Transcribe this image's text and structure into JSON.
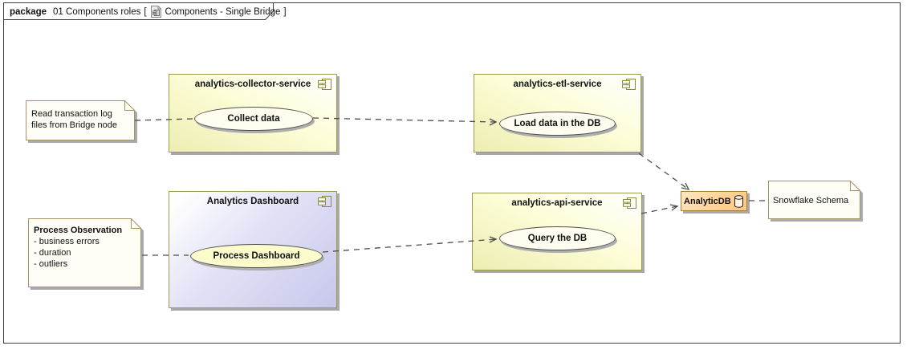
{
  "frame": {
    "keyword": "package",
    "name": "01 Components roles",
    "open_bracket": "[",
    "diagram_name": "Components - Single Bridge",
    "close_bracket": "]"
  },
  "components": {
    "collector": {
      "name": "analytics-collector-service",
      "usecase": "Collect data"
    },
    "etl": {
      "name": "analytics-etl-service",
      "usecase": "Load data in the DB"
    },
    "dashboard": {
      "name": "Analytics Dashboard",
      "usecase": "Process Dashboard"
    },
    "api": {
      "name": "analytics-api-service",
      "usecase": "Query the DB"
    }
  },
  "database": {
    "name": "AnalyticDB"
  },
  "notes": {
    "read_log": {
      "lines": [
        "Read transaction log",
        "files from Bridge node"
      ]
    },
    "process_observation": {
      "title": "Process Observation",
      "items": [
        "- business errors",
        "- duration",
        "- outliers"
      ]
    },
    "snowflake": {
      "text": "Snowflake Schema"
    }
  },
  "connectors": [
    {
      "from": "note-read-log",
      "to": "usecase-collect-data",
      "style": "dashed"
    },
    {
      "from": "usecase-collect-data",
      "to": "usecase-load-data",
      "style": "dashed-open-arrow"
    },
    {
      "from": "note-process-observation",
      "to": "usecase-process-dashboard",
      "style": "dashed"
    },
    {
      "from": "usecase-process-dashboard",
      "to": "usecase-query-db",
      "style": "dashed-open-arrow"
    },
    {
      "from": "analytics-etl-service",
      "to": "analyticdb",
      "style": "dashed-open-arrow"
    },
    {
      "from": "analytics-api-service",
      "to": "analyticdb",
      "style": "dashed-open-arrow"
    },
    {
      "from": "analyticdb",
      "to": "note-snowflake",
      "style": "dashed"
    }
  ],
  "colors": {
    "component_border": "#9c9c4e",
    "component_fill": "#ededb2",
    "dashboard_fill": "#c7c7ec",
    "database_fill": "#ffc87f",
    "database_border": "#a5813d",
    "note_border": "#a89366",
    "oval_fill": "#fffdef",
    "connector": "#4c4c4c",
    "frame_border": "#3c3c3c",
    "shadow": "#a8a8a8"
  }
}
